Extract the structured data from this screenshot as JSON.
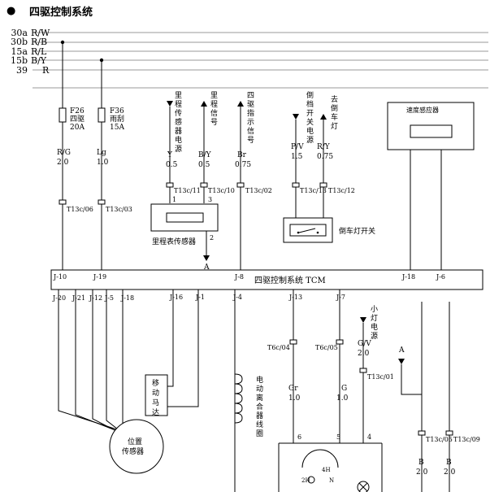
{
  "title": "四驱控制系统",
  "bus": [
    {
      "num": "30a",
      "code": "R/W"
    },
    {
      "num": "30b",
      "code": "R/B"
    },
    {
      "num": "15a",
      "code": "R/L"
    },
    {
      "num": "15b",
      "code": "B/Y"
    },
    {
      "num": "39",
      "code": "R"
    }
  ],
  "fuses": [
    {
      "id": "F26",
      "desc": "四驱",
      "amp": "20A"
    },
    {
      "id": "F36",
      "desc": "雨刮",
      "amp": "15A"
    }
  ],
  "wires": {
    "w1": {
      "color": "R/G",
      "gauge": "2.0"
    },
    "w2": {
      "color": "Lg",
      "gauge": "1.0"
    },
    "w3": {
      "color": "Y",
      "gauge": "0.5"
    },
    "w4": {
      "color": "B/Y",
      "gauge": "0.5"
    },
    "w5": {
      "color": "Br",
      "gauge": "0.75"
    },
    "w6": {
      "color": "P/V",
      "gauge": "1.5"
    },
    "w7": {
      "color": "R/Y",
      "gauge": "0.75"
    },
    "w8": {
      "color": "Gr",
      "gauge": "1.0"
    },
    "w9": {
      "color": "G",
      "gauge": "1.0"
    },
    "w10": {
      "color": "G/V",
      "gauge": "2.0"
    },
    "w11": {
      "color": "B",
      "gauge": "2.0"
    },
    "w12": {
      "color": "B",
      "gauge": "2.0"
    }
  },
  "connectors": {
    "c06": "T13c/06",
    "c03": "T13c/03",
    "c11": "T13c/11",
    "c10": "T13c/10",
    "c02": "T13c/02",
    "c13": "T13c/13",
    "c12": "T13c/12",
    "c01": "T13c/01",
    "c05": "T13c/05",
    "c09": "T13c/09",
    "t04": "T6c/04",
    "t05": "T6c/05"
  },
  "signals": {
    "odo_power": "里程传感器电源",
    "odo_signal": "里程信号",
    "awd_indicator": "四驱指示信号",
    "reverse_power": "倒档开关电源",
    "reverse_lamp": "去倒车灯",
    "small_lamp": "小灯电源"
  },
  "components": {
    "speed_sensor": "速度感应器",
    "odo_sensor": "里程表传感器",
    "reverse_switch": "倒车灯开关",
    "tcm": "四驱控制系统 TCM",
    "motor": "移动马达",
    "position_sensor_l1": "位置",
    "position_sensor_l2": "传感器",
    "clutch_coil": "电动离合器线圈"
  },
  "pins_top": {
    "j10": "J-10",
    "j19": "J-19",
    "j8": "J-8",
    "j18": "J-18",
    "j6": "J-6"
  },
  "pins_bottom": {
    "j20": "J-20",
    "j21": "J-21",
    "j12": "J-12",
    "j5": "J-5",
    "j18": "J-18",
    "j16": "J-16",
    "j1": "J-1",
    "j4": "J-4",
    "j13": "J-13",
    "j7": "J-7"
  },
  "pin_nums": {
    "p1": "1",
    "p3": "3",
    "p2": "2",
    "p6": "6",
    "p5": "5",
    "p4": "4"
  },
  "refs": {
    "a1": "A",
    "a2": "A"
  },
  "switch_labels": {
    "h4": "4H",
    "n": "N",
    "h2": "2H"
  }
}
